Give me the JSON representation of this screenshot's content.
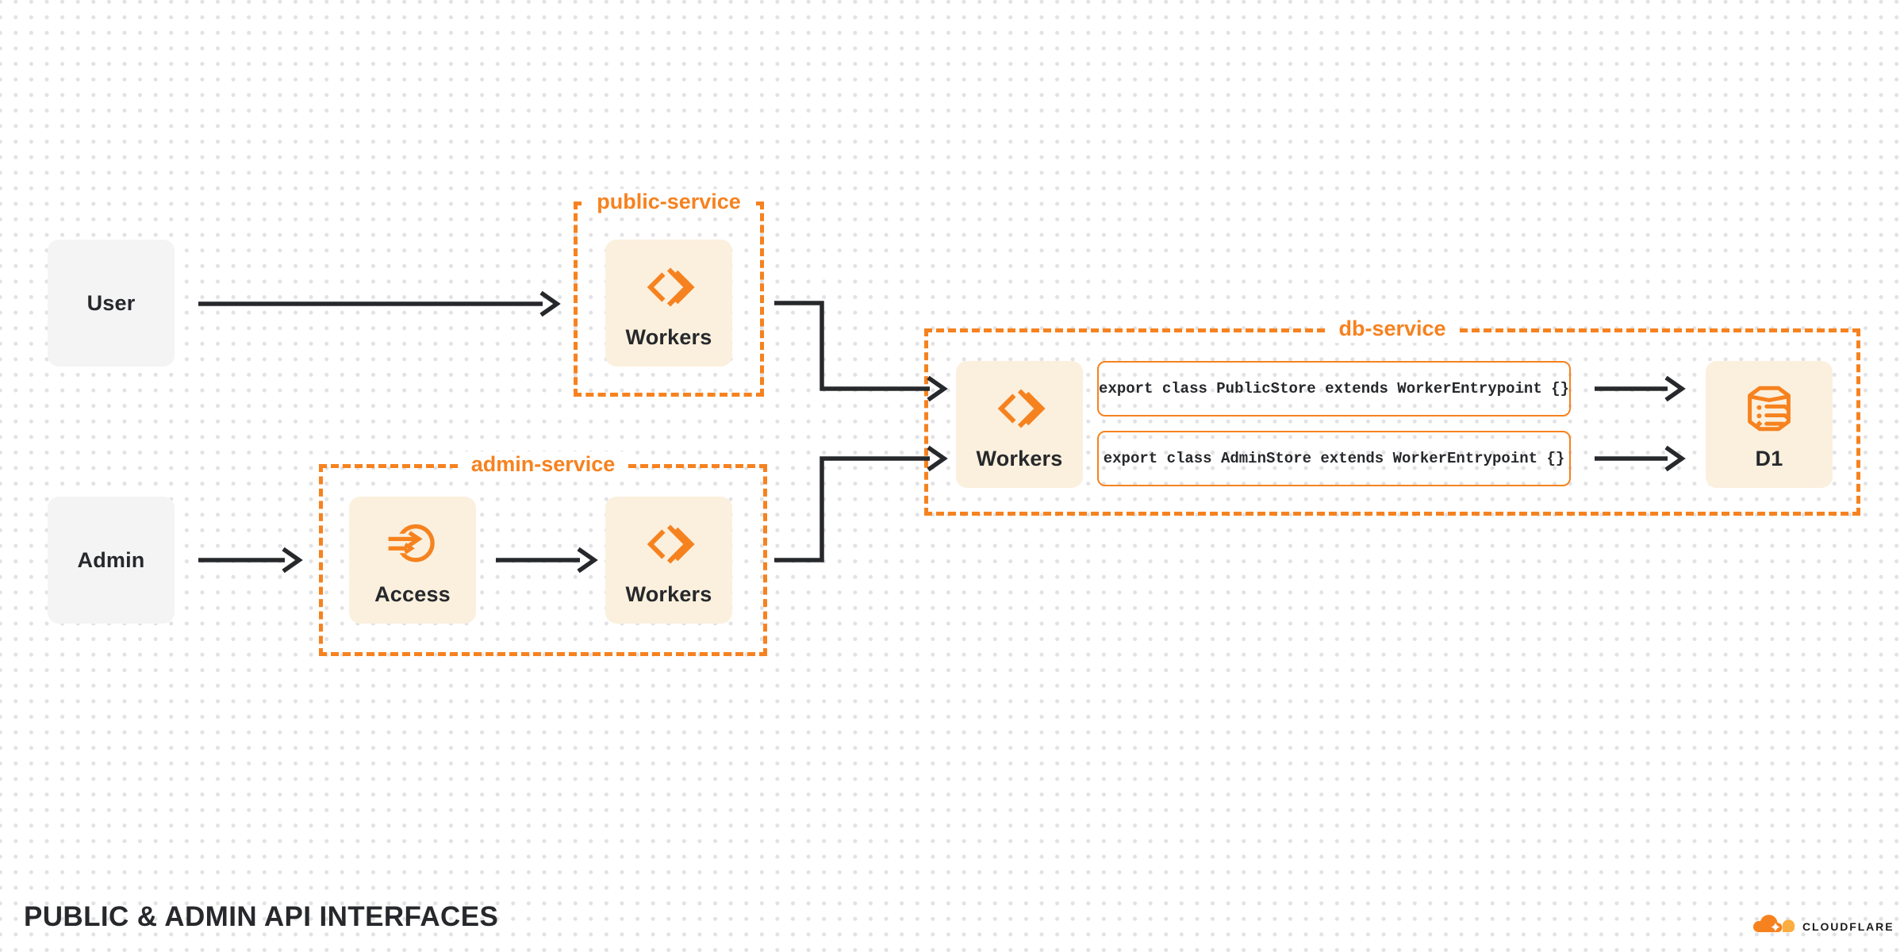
{
  "diagram": {
    "title": "PUBLIC & ADMIN API INTERFACES",
    "brand": "CLOUDFLARE",
    "colors": {
      "accent_orange": "#F6821F",
      "accent_orange_light": "#FBAD41",
      "product_node_fill": "#FBF0DE",
      "actor_node_fill": "#F4F4F5",
      "ink": "#26282B",
      "dot_grid": "#E2E2E5"
    },
    "actors": [
      {
        "id": "user",
        "label": "User"
      },
      {
        "id": "admin",
        "label": "Admin"
      }
    ],
    "groups": [
      {
        "id": "public-service",
        "label": "public-service"
      },
      {
        "id": "admin-service",
        "label": "admin-service"
      },
      {
        "id": "db-service",
        "label": "db-service"
      }
    ],
    "nodes": {
      "public_workers": {
        "label": "Workers"
      },
      "access": {
        "label": "Access"
      },
      "admin_workers": {
        "label": "Workers"
      },
      "db_workers": {
        "label": "Workers"
      },
      "d1": {
        "label": "D1"
      }
    },
    "code": [
      "export class PublicStore extends WorkerEntrypoint {}",
      "export class AdminStore extends WorkerEntrypoint {}"
    ]
  }
}
